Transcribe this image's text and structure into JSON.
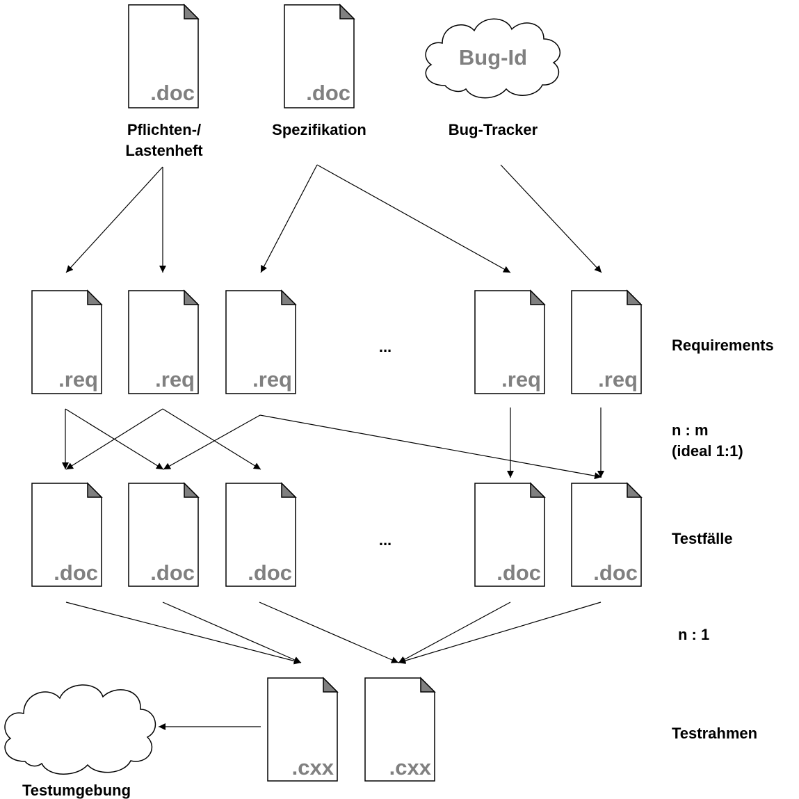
{
  "sources": {
    "pflichtenheft": {
      "ext": ".doc",
      "label_line1": "Pflichten-/",
      "label_line2": "Lastenheft"
    },
    "spezifikation": {
      "ext": ".doc",
      "label": "Spezifikation"
    },
    "bugtracker": {
      "cloud_text": "Bug-Id",
      "label": "Bug-Tracker"
    }
  },
  "rows": {
    "requirements": {
      "label": "Requirements",
      "ext": ".req",
      "ellipsis": "..."
    },
    "testfaelle": {
      "label": "Testfälle",
      "ext": ".doc",
      "ellipsis": "..."
    },
    "testrahmen": {
      "label": "Testrahmen",
      "ext": ".cxx"
    }
  },
  "relations": {
    "req_to_test_line1": "n : m",
    "req_to_test_line2": "(ideal 1:1)",
    "test_to_frame": "n : 1"
  },
  "testumgebung": {
    "label": "Testumgebung"
  }
}
